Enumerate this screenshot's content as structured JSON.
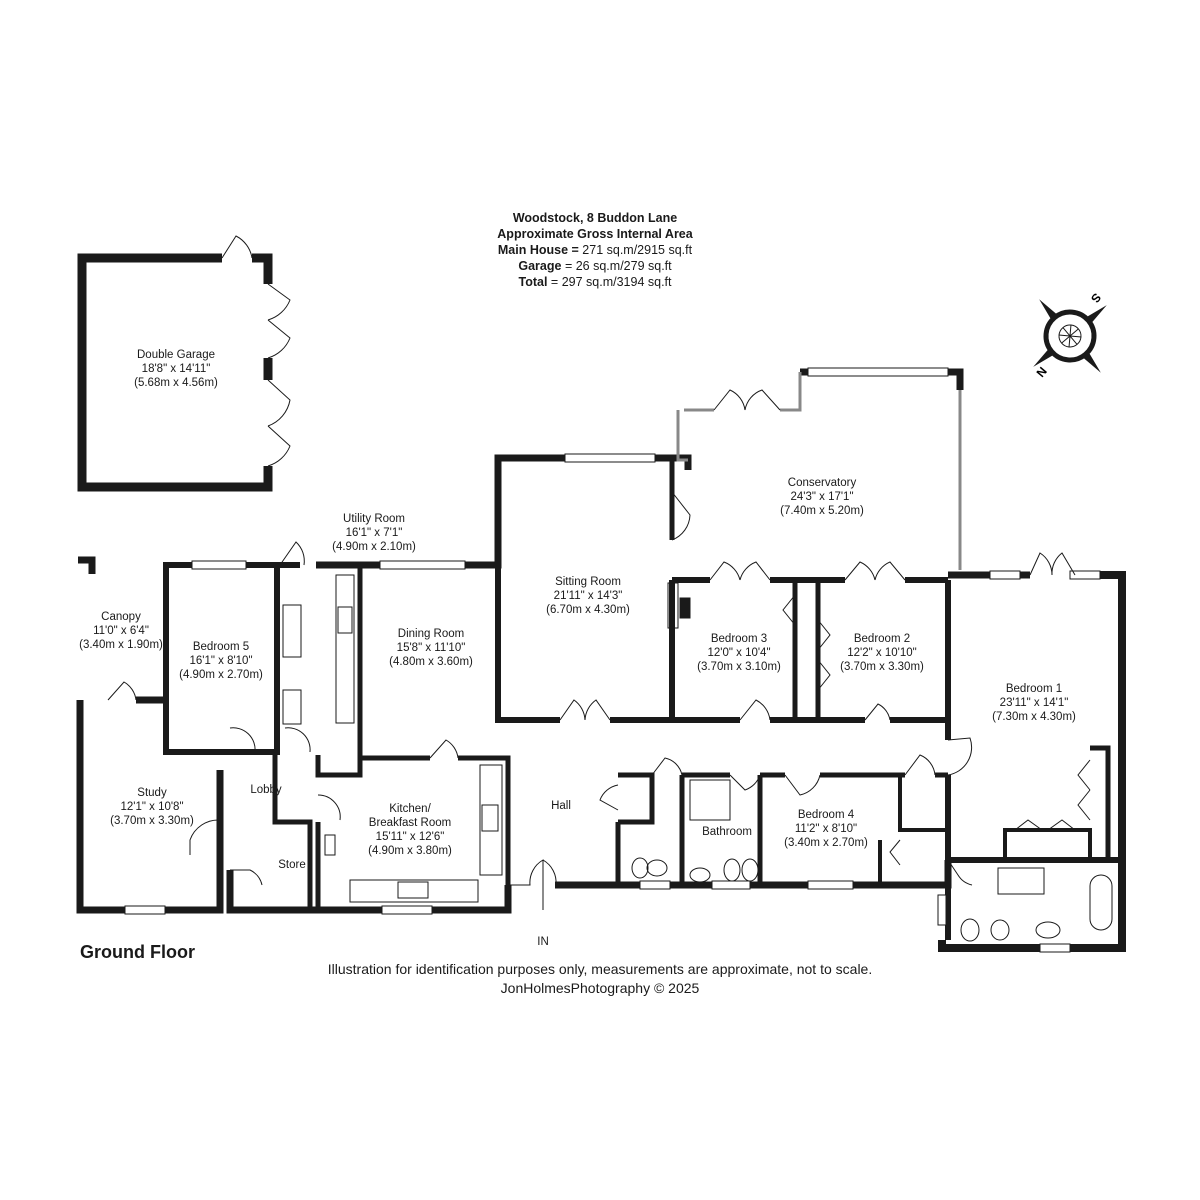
{
  "header": {
    "address": "Woodstock, 8 Buddon Lane",
    "area_title": "Approximate Gross Internal Area",
    "main_label": "Main House =",
    "main_value": "271 sq.m/2915 sq.ft",
    "garage_label": "Garage",
    "garage_value": "= 26 sq.m/279 sq.ft",
    "total_label": "Total",
    "total_value": "= 297 sq.m/3194 sq.ft"
  },
  "rooms": {
    "double_garage": {
      "name": "Double Garage",
      "imperial": "18'8\" x 14'11\"",
      "metric": "(5.68m x 4.56m)"
    },
    "conservatory": {
      "name": "Conservatory",
      "imperial": "24'3\" x 17'1\"",
      "metric": "(7.40m x 5.20m)"
    },
    "utility_room": {
      "name": "Utility Room",
      "imperial": "16'1\" x 7'1\"",
      "metric": "(4.90m x 2.10m)"
    },
    "sitting_room": {
      "name": "Sitting Room",
      "imperial": "21'11\" x 14'3\"",
      "metric": "(6.70m x 4.30m)"
    },
    "canopy": {
      "name": "Canopy",
      "imperial": "11'0\" x 6'4\"",
      "metric": "(3.40m x 1.90m)"
    },
    "bedroom_5": {
      "name": "Bedroom 5",
      "imperial": "16'1\" x 8'10\"",
      "metric": "(4.90m x 2.70m)"
    },
    "dining_room": {
      "name": "Dining Room",
      "imperial": "15'8\" x 11'10\"",
      "metric": "(4.80m x 3.60m)"
    },
    "bedroom_3": {
      "name": "Bedroom 3",
      "imperial": "12'0\" x 10'4\"",
      "metric": "(3.70m x 3.10m)"
    },
    "bedroom_2": {
      "name": "Bedroom 2",
      "imperial": "12'2\" x 10'10\"",
      "metric": "(3.70m x 3.30m)"
    },
    "bedroom_1": {
      "name": "Bedroom 1",
      "imperial": "23'11\" x 14'1\"",
      "metric": "(7.30m x 4.30m)"
    },
    "study": {
      "name": "Study",
      "imperial": "12'1\" x 10'8\"",
      "metric": "(3.70m x 3.30m)"
    },
    "lobby": {
      "name": "Lobby"
    },
    "store": {
      "name": "Store"
    },
    "kitchen": {
      "name": "Kitchen/",
      "name2": "Breakfast Room",
      "imperial": "15'11\" x 12'6\"",
      "metric": "(4.90m x 3.80m)"
    },
    "hall": {
      "name": "Hall"
    },
    "bathroom": {
      "name": "Bathroom"
    },
    "bedroom_4": {
      "name": "Bedroom 4",
      "imperial": "11'2\" x 8'10\"",
      "metric": "(3.40m x 2.70m)"
    }
  },
  "entrance_label": "IN",
  "floor_label": "Ground Floor",
  "disclaimer": "Illustration for identification purposes only, measurements are approximate, not to scale.",
  "credit": "JonHolmesPhotography © 2025",
  "compass": {
    "n": "N",
    "s": "S"
  },
  "colors": {
    "wall": "#1a1a1a",
    "window": "#bdbdbd"
  }
}
